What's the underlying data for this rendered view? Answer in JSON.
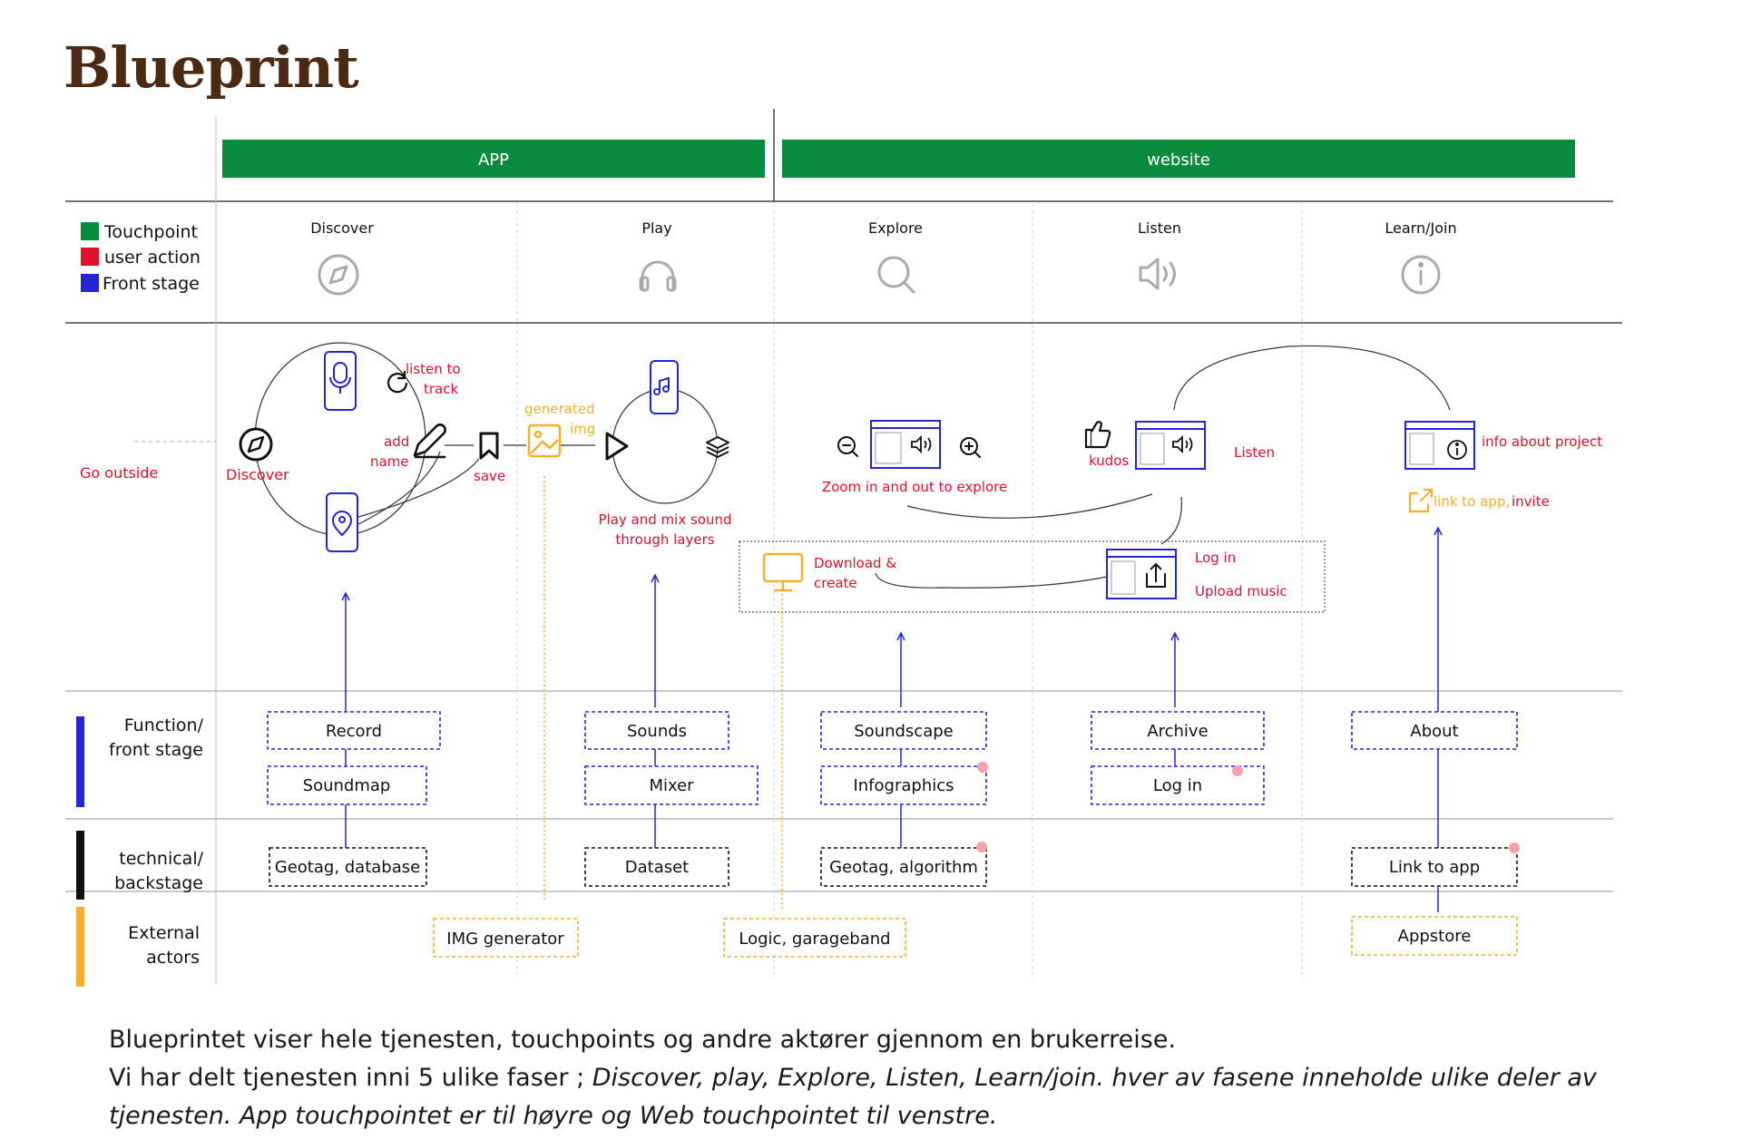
{
  "title": "Blueprint",
  "colors": {
    "green": "#0a8a3c",
    "red": "#e0102a",
    "blue": "#2424d6",
    "yellow": "#f2b12a",
    "line": "#555555",
    "gray": "#9a9a9a",
    "black": "#111111"
  },
  "channels": {
    "app": "APP",
    "website": "website"
  },
  "legend": {
    "touchpoint": "Touchpoint",
    "user_action": "user action",
    "front_stage": "Front stage"
  },
  "phases": [
    {
      "label": "Discover",
      "icon": "compass-icon"
    },
    {
      "label": "Play",
      "icon": "headphones-icon"
    },
    {
      "label": "Explore",
      "icon": "search-icon"
    },
    {
      "label": "Listen",
      "icon": "speaker-icon"
    },
    {
      "label": "Learn/Join",
      "icon": "info-icon"
    }
  ],
  "journey": {
    "go_outside": "Go outside",
    "discover": "Discover",
    "listen_to": "listen to",
    "track": "track",
    "add": "add",
    "name": "name",
    "save": "save",
    "generated": "generated",
    "img": "img",
    "play_mix_1": "Play and mix sound",
    "play_mix_2": "through layers",
    "zoom": "Zoom in and out to explore",
    "kudos": "kudos",
    "listen": "Listen",
    "info_project": "info about project",
    "link_app": "link to app,",
    "invite": "invite",
    "download_1": "Download &",
    "download_2": "create",
    "log_in": "Log in",
    "upload_music": "Upload music"
  },
  "rows": {
    "function_1": "Function/",
    "function_2": "front stage",
    "technical_1": "technical/",
    "technical_2": "backstage",
    "external_1": "External",
    "external_2": "actors"
  },
  "boxes": {
    "record": "Record",
    "soundmap": "Soundmap",
    "geotag_database": "Geotag, database",
    "sounds": "Sounds",
    "mixer": "Mixer",
    "dataset": "Dataset",
    "soundscape": "Soundscape",
    "infographics": "Infographics",
    "geotag_algorithm": "Geotag, algorithm",
    "archive": "Archive",
    "log_in": "Log in",
    "about": "About",
    "link_to_app": "Link to app",
    "img_generator": "IMG generator",
    "logic_garageband": "Logic, garageband",
    "appstore": "Appstore"
  },
  "caption": {
    "line1": "Blueprintet viser hele tjenesten, touchpoints og andre aktører gjennom en brukerreise.",
    "line2_plain": "Vi har delt tjenesten inni 5 ulike faser ; ",
    "line2_italic": "Discover, play, Explore, Listen, Learn/join. hver av fasene inneholde ulike deler av tjenesten. App touchpointet er til høyre og Web touchpointet til venstre."
  }
}
